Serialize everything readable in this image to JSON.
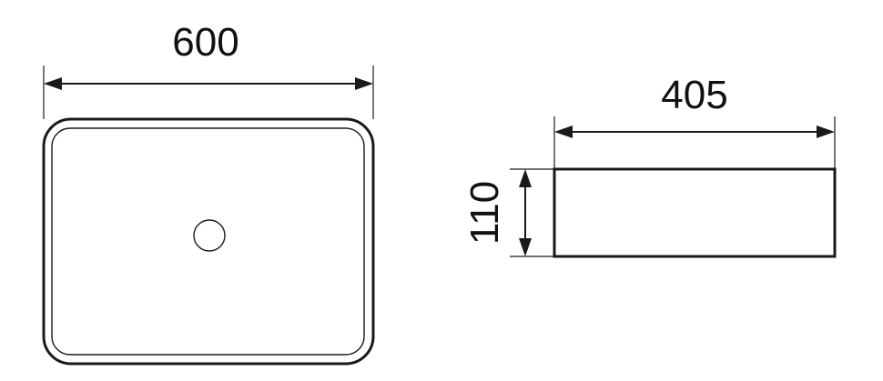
{
  "dimensions": {
    "top_view_width": "600",
    "side_view_width": "405",
    "side_view_height": "110"
  },
  "colors": {
    "line": "#1a1a1a",
    "background": "#ffffff"
  }
}
